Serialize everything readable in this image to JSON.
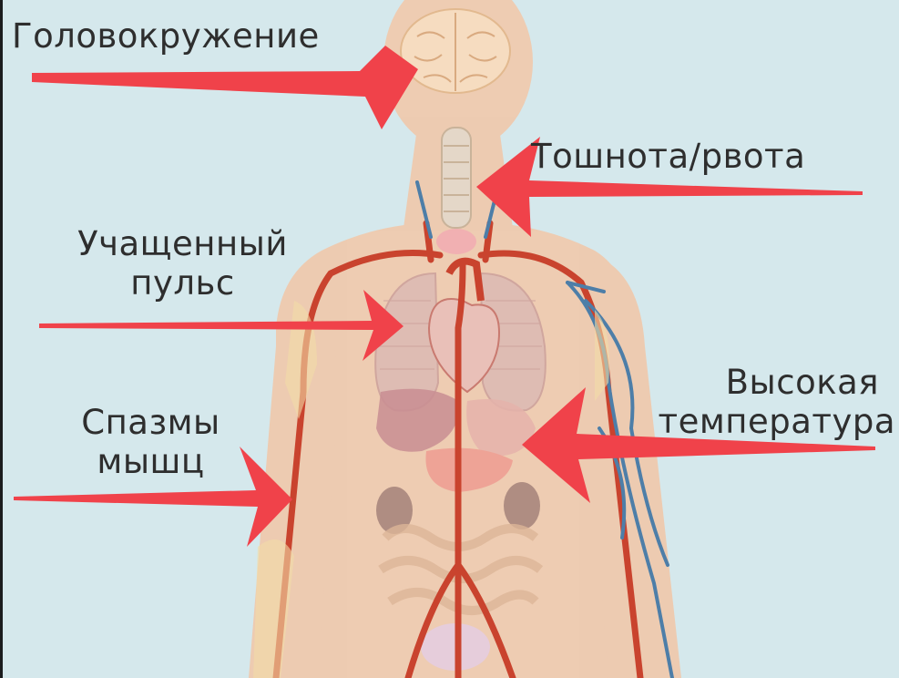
{
  "colors": {
    "background": "#d5e8ec",
    "body": "#f0c9ad",
    "arrow": "#f0424a",
    "artery": "#c9432e",
    "vein": "#4d7ea8",
    "label_text": "#2e2e2e"
  },
  "symptoms": [
    {
      "id": "dizziness",
      "lines": [
        "Головокружение"
      ],
      "target": "brain"
    },
    {
      "id": "nausea",
      "lines": [
        "Тошнота/рвота"
      ],
      "target": "throat"
    },
    {
      "id": "pulse",
      "lines": [
        "Учащенный",
        "пульс"
      ],
      "target": "heart"
    },
    {
      "id": "fever",
      "lines": [
        "Высокая",
        "температура"
      ],
      "target": "abdomen"
    },
    {
      "id": "spasms",
      "lines": [
        "Спазмы",
        "мышц"
      ],
      "target": "forearm"
    }
  ]
}
